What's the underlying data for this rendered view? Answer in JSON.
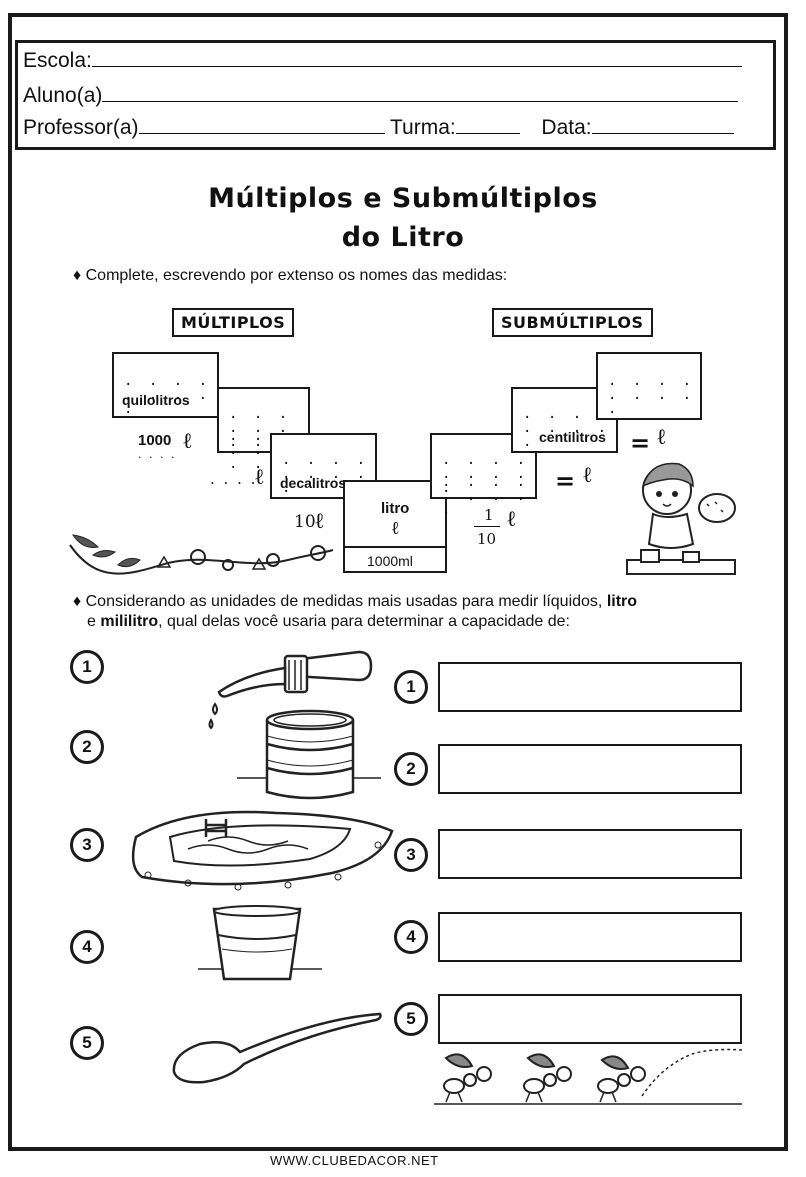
{
  "header": {
    "escola_label": "Escola:",
    "aluno_label": "Aluno(a)",
    "professor_label": "Professor(a)",
    "turma_label": "Turma:",
    "data_label": "Data:"
  },
  "title": {
    "line1": "Múltiplos e Submúltiplos",
    "line2": "do Litro"
  },
  "instruction1": "Complete, escrevendo por extenso os nomes das medidas:",
  "tags": {
    "multiplos": "MÚLTIPLOS",
    "submultiplos": "SUBMÚLTIPLOS"
  },
  "staircase": {
    "dots": ". . . . . . . . .",
    "quilolitros": "quilolitros",
    "decalitros": "decalitros",
    "litro": "litro",
    "litro_symbol": "ℓ",
    "mililitros_box": "1000ml",
    "centilitros": "centilitros",
    "value_1000": "1000",
    "value_dots": ". . . .",
    "value_10": "10",
    "symbol": "ℓ",
    "fraction_num": "1",
    "fraction_den": "10",
    "equals": "="
  },
  "instruction2": {
    "part1": "Considerando as unidades de medidas mais usadas para medir líquidos,",
    "bold1": "litro",
    "part2": "e",
    "bold2": "mililitro",
    "part3": ", qual delas você usaria para determinar a capacidade de:"
  },
  "numbers": [
    "1",
    "2",
    "3",
    "4",
    "5"
  ],
  "footer": "WWW.CLUBEDACOR.NET"
}
